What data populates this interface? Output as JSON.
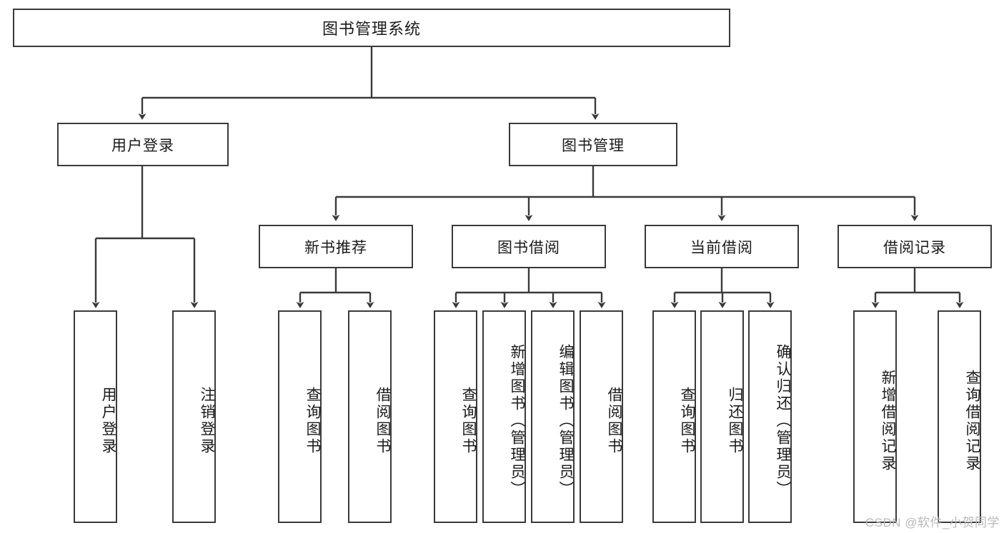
{
  "diagram": {
    "title": "图书管理系统",
    "watermark": "CSDN @软件_小贺同学",
    "levels": {
      "root": {
        "label": "图书管理系统"
      },
      "level1": [
        {
          "id": "user-login",
          "label": "用户登录"
        },
        {
          "id": "book-management",
          "label": "图书管理"
        }
      ],
      "level2": [
        {
          "id": "new-book-recommend",
          "label": "新书推荐",
          "parent": "book-management"
        },
        {
          "id": "book-borrow",
          "label": "图书借阅",
          "parent": "book-management"
        },
        {
          "id": "current-borrow",
          "label": "当前借阅",
          "parent": "book-management"
        },
        {
          "id": "borrow-record",
          "label": "借阅记录",
          "parent": "book-management"
        }
      ],
      "leaves": [
        {
          "id": "leaf-user-login",
          "label": "用户登录",
          "parent": "user-login"
        },
        {
          "id": "leaf-logout-login",
          "label": "注销登录",
          "parent": "user-login"
        },
        {
          "id": "leaf-query-book-1",
          "label": "查询图书",
          "parent": "new-book-recommend"
        },
        {
          "id": "leaf-borrow-book-1",
          "label": "借阅图书",
          "parent": "new-book-recommend"
        },
        {
          "id": "leaf-query-book-2",
          "label": "查询图书",
          "parent": "book-borrow"
        },
        {
          "id": "leaf-add-book",
          "label": "新增图书（管理员）",
          "parent": "book-borrow"
        },
        {
          "id": "leaf-edit-book",
          "label": "编辑图书（管理员）",
          "parent": "book-borrow"
        },
        {
          "id": "leaf-borrow-book-2",
          "label": "借阅图书",
          "parent": "book-borrow"
        },
        {
          "id": "leaf-query-book-3",
          "label": "查询图书",
          "parent": "current-borrow"
        },
        {
          "id": "leaf-return-book",
          "label": "归还图书",
          "parent": "current-borrow"
        },
        {
          "id": "leaf-confirm-return",
          "label": "确认归还（管理员）",
          "parent": "current-borrow"
        },
        {
          "id": "leaf-add-record",
          "label": "新增借阅记录",
          "parent": "borrow-record"
        },
        {
          "id": "leaf-query-record",
          "label": "查询借阅记录",
          "parent": "borrow-record"
        }
      ]
    },
    "colors": {
      "stroke": "#3a3a3a",
      "background": "#ffffff",
      "text": "#1a1a1a",
      "watermark": "#b9b9b9"
    }
  }
}
